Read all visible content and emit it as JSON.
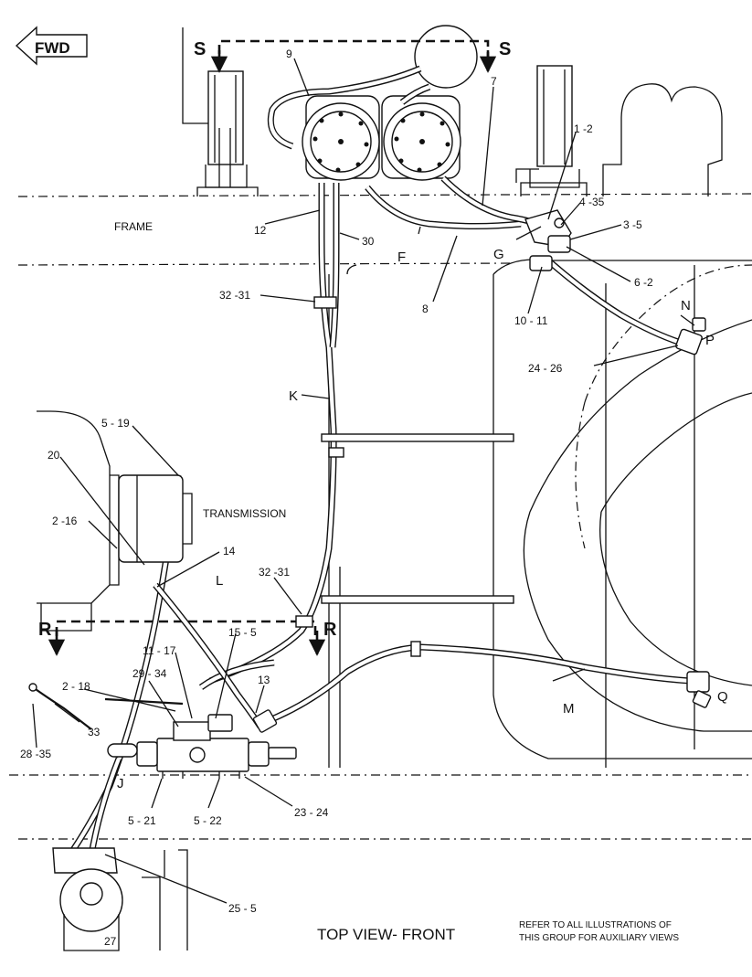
{
  "fwd": "FWD",
  "section_marks": {
    "s_left": "S",
    "s_right": "S",
    "r_left": "R",
    "r_right": "R"
  },
  "area_labels": {
    "frame": "FRAME",
    "transmission": "TRANSMISSION"
  },
  "hose_letters": {
    "f": "F",
    "g": "G",
    "j": "J",
    "k": "K",
    "l": "L",
    "m": "M",
    "n": "N",
    "p": "P",
    "q": "Q"
  },
  "callouts": {
    "c9": "9",
    "c7": "7",
    "c1_2": "1 -2",
    "c4_35": "4 -35",
    "c3_5": "3 -5",
    "c6_2": "6 -2",
    "c12": "12",
    "c30": "30",
    "c8": "8",
    "c10_11": "10  -  11",
    "c32_31_top": "32 -31",
    "c24_26": "24  -  26",
    "c5_19": "5 - 19",
    "c20": "20",
    "c2_16": "2 -16",
    "c14": "14",
    "c32_31_bot": "32 -31",
    "c15_5": "15  - 5",
    "c11_17": "11  - 17",
    "c29_34": "29 - 34",
    "c13": "13",
    "c2_18": "2  - 18",
    "c33": "33",
    "c28_35": "28 -35",
    "c5_21": "5  - 21",
    "c5_22": "5  - 22",
    "c23_24": "23    -  24",
    "c25_5": "25  - 5",
    "c27": "27"
  },
  "caption": "TOP VIEW- FRONT",
  "note_line1": "REFER TO ALL ILLUSTRATIONS OF",
  "note_line2": "THIS GROUP FOR AUXILIARY VIEWS"
}
